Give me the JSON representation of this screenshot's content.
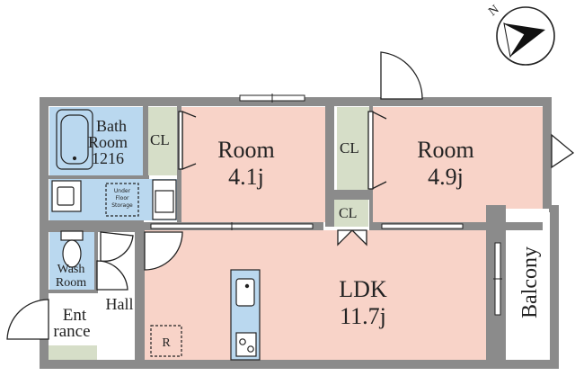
{
  "colors": {
    "room": "#f8d3c8",
    "wet": "#bad8ef",
    "closet": "#d6dec8",
    "wall": "#8b8b8b",
    "line": "#222222"
  },
  "compass": {
    "label": "N"
  },
  "rooms": {
    "bath": {
      "line1": "Bath",
      "line2": "Room",
      "line3": "1216"
    },
    "room_west": {
      "line1": "Room",
      "line2": "4.1j"
    },
    "room_east": {
      "line1": "Room",
      "line2": "4.9j"
    },
    "ldk": {
      "line1": "LDK",
      "line2": "11.7j"
    },
    "wash": {
      "line1": "Wash",
      "line2": "Room"
    },
    "hall": {
      "label": "Hall"
    },
    "entrance": {
      "line1": "Ent",
      "line2": "rance"
    },
    "balcony": {
      "label": "Balcony"
    },
    "storage": {
      "line1": "Under",
      "line2": "Floor",
      "line3": "Storage"
    },
    "refrigerator": {
      "label": "R"
    }
  },
  "closets": {
    "west": "CL",
    "east": "CL",
    "center": "CL"
  }
}
